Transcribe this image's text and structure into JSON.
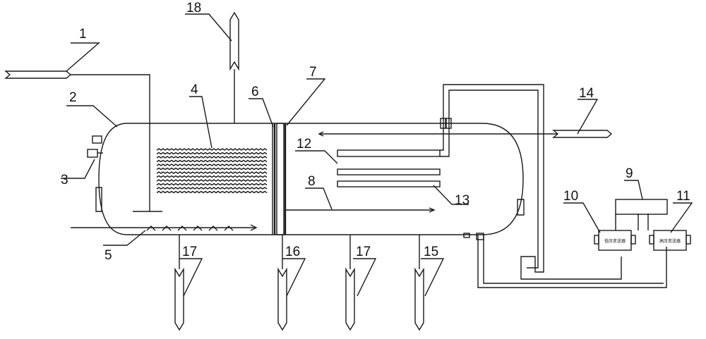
{
  "labels": {
    "l1": "1",
    "l2": "2",
    "l3": "3",
    "l4": "4",
    "l5": "5",
    "l6": "6",
    "l7": "7",
    "l8": "8",
    "l9": "9",
    "l10": "10",
    "l11": "11",
    "l12": "12",
    "l13": "13",
    "l14": "14",
    "l15": "15",
    "l16": "16",
    "l17a": "17",
    "l17b": "17",
    "l18": "18"
  },
  "device_text": {
    "low_pressure_transmitter": "低压变送器",
    "high_pressure_transmitter": "高压变送器"
  }
}
